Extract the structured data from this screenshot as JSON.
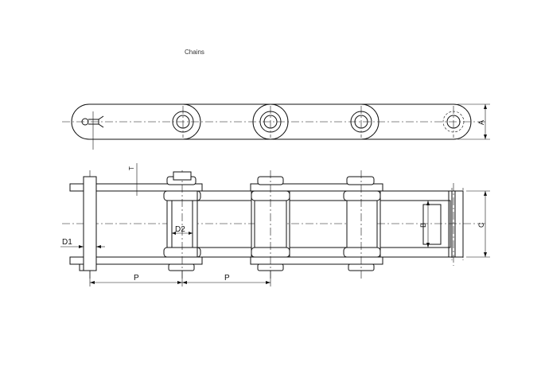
{
  "title": "Chains",
  "labels": {
    "A": "A",
    "B": "B",
    "C": "C",
    "T": "T",
    "D1": "D1",
    "D2": "D2",
    "P1": "P",
    "P2": "P"
  }
}
